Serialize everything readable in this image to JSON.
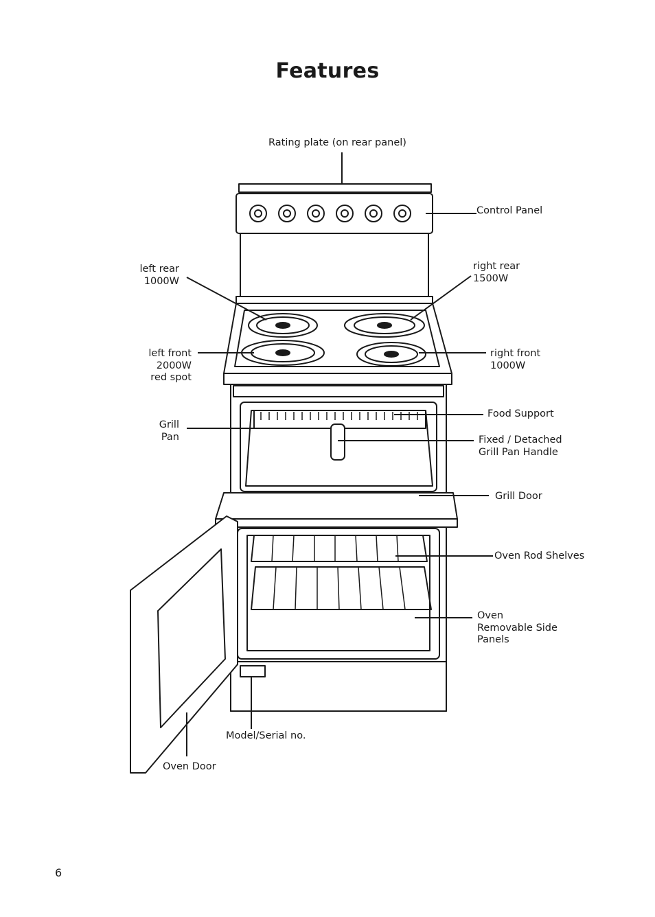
{
  "page": {
    "title": "Features",
    "page_number": "6"
  },
  "labels": {
    "rating_plate": "Rating plate (on rear panel)",
    "control_panel": "Control Panel",
    "left_rear": [
      "left rear",
      "1000W"
    ],
    "right_rear": [
      "right rear",
      "1500W"
    ],
    "left_front": [
      "left front",
      "2000W",
      "red spot"
    ],
    "right_front": [
      "right front",
      "1000W"
    ],
    "grill_pan": [
      "Grill",
      "Pan"
    ],
    "food_support": "Food Support",
    "grill_pan_handle": [
      "Fixed / Detached",
      "Grill Pan Handle"
    ],
    "grill_door": "Grill Door",
    "oven_rod_shelves": "Oven Rod Shelves",
    "oven_side_panels": [
      "Oven",
      "Removable Side",
      "Panels"
    ],
    "model_serial": "Model/Serial no.",
    "oven_door": "Oven Door"
  }
}
